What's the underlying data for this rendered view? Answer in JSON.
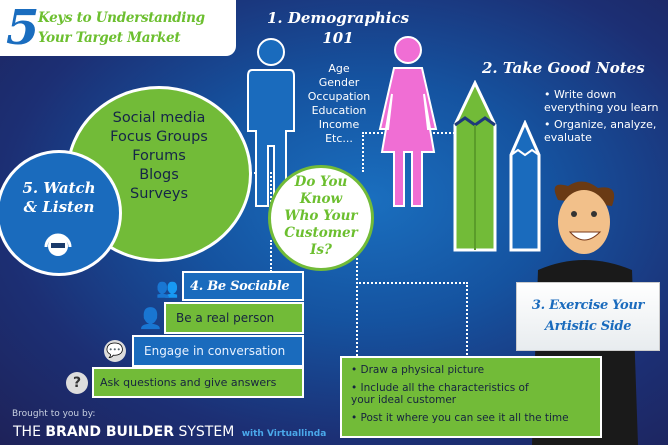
{
  "title": {
    "number": "5",
    "line1": "Keys to Understanding",
    "line2": "Your Target Market"
  },
  "demographics": {
    "heading1": "1. Demographics",
    "heading2": "101",
    "items": [
      "Age",
      "Gender",
      "Occupation",
      "Education",
      "Income",
      "Etc..."
    ]
  },
  "notes": {
    "heading": "2. Take Good Notes",
    "bullets": [
      "Write down everything you learn",
      "Organize, analyze, evaluate"
    ]
  },
  "watch": {
    "heading1": "5. Watch",
    "heading2": "& Listen",
    "items": [
      "Social media",
      "Focus Groups",
      "Forums",
      "Blogs",
      "Surveys"
    ]
  },
  "center": {
    "lines": [
      "Do You",
      "Know",
      "Who Your",
      "Customer",
      "Is?"
    ]
  },
  "sociable": {
    "heading": "4. Be Sociable",
    "steps": [
      "Be a real person",
      "Engage in conversation",
      "Ask questions and give answers"
    ]
  },
  "artistic": {
    "sign1": "3. Exercise Your",
    "sign2": "Artistic Side",
    "bullets": [
      "Draw a physical picture",
      "Include all the characteristics of your ideal customer",
      "Post it where you can see it all the time"
    ]
  },
  "footer": {
    "brought": "Brought to you by:",
    "brand_the": "THE ",
    "brand_bold": "BRAND BUILDER",
    "brand_system": " SYSTEM",
    "with": "with Virtuallinda"
  },
  "colors": {
    "blue": "#1a6bbd",
    "green": "#72bb38",
    "pink": "#f06ed4",
    "navy": "#1e2259"
  }
}
